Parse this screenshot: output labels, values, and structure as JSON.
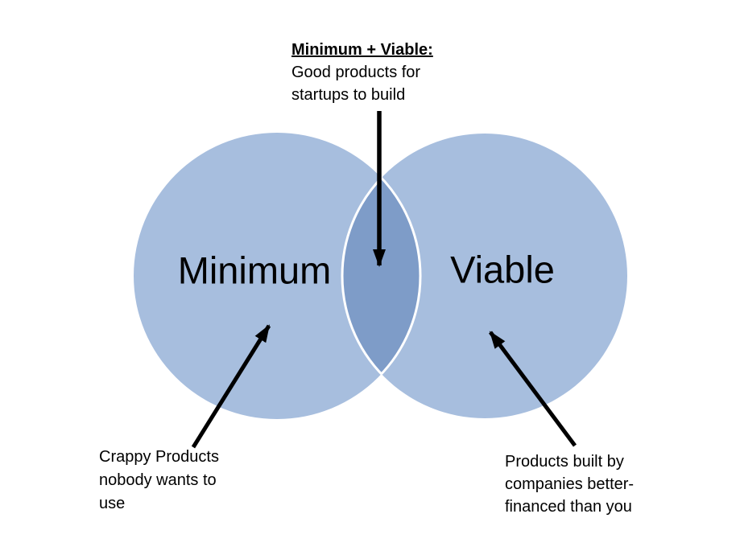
{
  "colors": {
    "background": "#FFFFFF",
    "circle_fill": "#A7BEDE",
    "overlap_fill": "#7E9CC8",
    "circle_outline": "#FFFFFF",
    "arrow": "#000000",
    "text": "#000000"
  },
  "venn": {
    "left_label": "Minimum",
    "right_label": "Viable",
    "top_annotation": {
      "heading": "Minimum + Viable:",
      "lines": [
        "Good products for",
        "startups to build"
      ]
    },
    "left_annotation": {
      "lines": [
        "Crappy Products",
        "nobody wants to",
        "use"
      ]
    },
    "right_annotation": {
      "lines": [
        "Products built by",
        "companies better-",
        "financed than you"
      ]
    }
  }
}
